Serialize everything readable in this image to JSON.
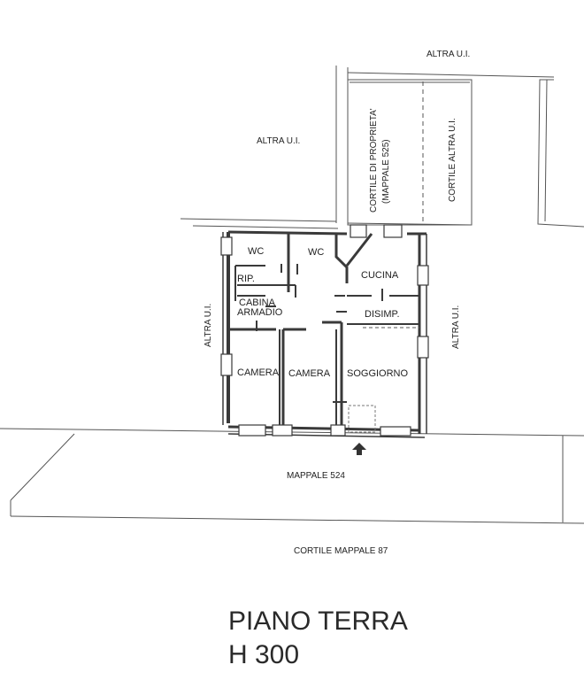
{
  "labels": {
    "altra_top": "ALTRA U.I.",
    "altra_mid": "ALTRA U.I.",
    "altra_left": "ALTRA U.I.",
    "altra_right": "ALTRA U.I.",
    "cortile_proprieta_1": "CORTILE DI PROPRIETA'",
    "cortile_proprieta_2": "(MAPPALE 525)",
    "cortile_altra": "CORTILE ALTRA U.I.",
    "mappale_524": "MAPPALE 524",
    "cortile_mappale_87": "CORTILE MAPPALE 87"
  },
  "rooms": {
    "wc1": "WC",
    "wc2": "WC",
    "rip": "RIP.",
    "cabina_1": "CABINA",
    "cabina_2": "ARMADIO",
    "cucina": "CUCINA",
    "disimp": "DISIMP.",
    "camera1": "CAMERA",
    "camera2": "CAMERA",
    "soggiorno": "SOGGIORNO"
  },
  "title": {
    "line1": "PIANO TERRA",
    "line2": "H 300"
  }
}
